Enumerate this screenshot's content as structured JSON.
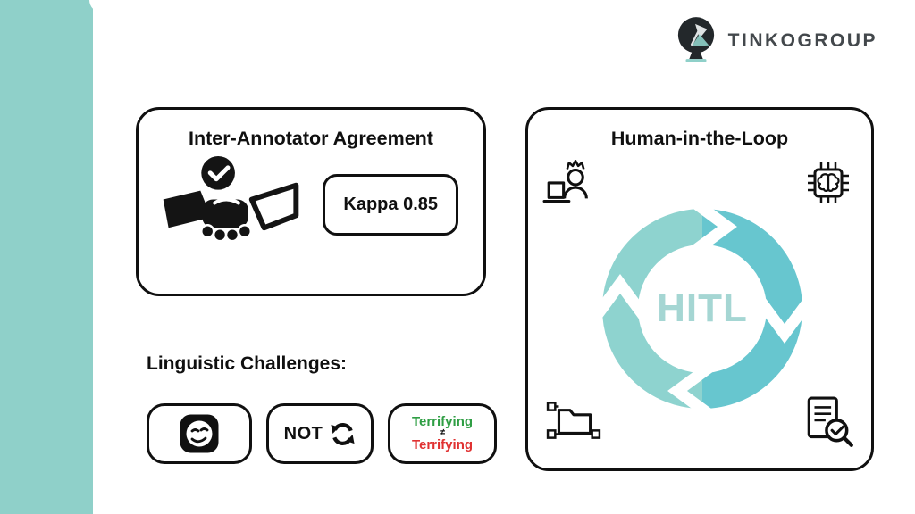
{
  "page": {
    "background": "#ffffff",
    "sidebar_color": "#8fd0c9"
  },
  "logo": {
    "brand": "TINKOGROUP",
    "icon": "desk-lamp-icon"
  },
  "agreement_card": {
    "title": "Inter-Annotator Agreement",
    "kappa_label": "Kappa 0.85",
    "icons": [
      "handshake-icon",
      "check-badge-icon"
    ]
  },
  "hitl_card": {
    "title": "Human-in-the-Loop",
    "center_label": "HITL",
    "corner_icons": [
      "annotator-icon",
      "ai-chip-icon",
      "data-folder-icon",
      "review-document-icon"
    ],
    "ring_colors": {
      "light": "#8ed3cf",
      "dark": "#67c6cf"
    },
    "center_label_color": "#a5d6d3"
  },
  "challenges": {
    "heading": "Linguistic Challenges:",
    "items": [
      {
        "icon": "smirk-emoji-icon"
      },
      {
        "label": "NOT",
        "icon": "cycle-icon"
      },
      {
        "top_word": "Terrifying",
        "symbol": "≠",
        "bottom_word": "Terrifying",
        "top_color": "#2f9e44",
        "bottom_color": "#e03131"
      }
    ]
  }
}
